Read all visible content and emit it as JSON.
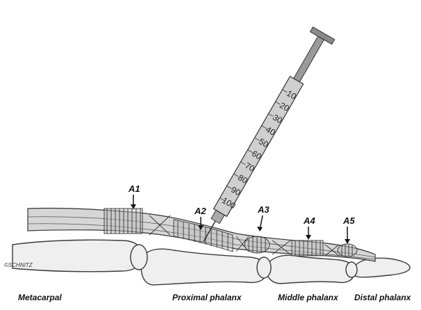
{
  "colors": {
    "line": "#222222",
    "tendon": "#d6d6d6",
    "bone": "#efefef",
    "syringe_barrel": "#cfcfcf",
    "plunger": "#9a9a9a"
  },
  "pulleys": [
    {
      "id": "A1",
      "label": "A1"
    },
    {
      "id": "A2",
      "label": "A2"
    },
    {
      "id": "A3",
      "label": "A3"
    },
    {
      "id": "A4",
      "label": "A4"
    },
    {
      "id": "A5",
      "label": "A5"
    }
  ],
  "bones": [
    {
      "id": "metacarpal",
      "label": "Metacarpal"
    },
    {
      "id": "proximal",
      "label": "Proximal phalanx"
    },
    {
      "id": "middle",
      "label": "Middle phalanx"
    },
    {
      "id": "distal",
      "label": "Distal phalanx"
    }
  ],
  "syringe": {
    "scale": [
      "10",
      "20",
      "30",
      "40",
      "50",
      "60",
      "70",
      "80",
      "90",
      "100"
    ]
  },
  "credit": "©SCHNITZ"
}
